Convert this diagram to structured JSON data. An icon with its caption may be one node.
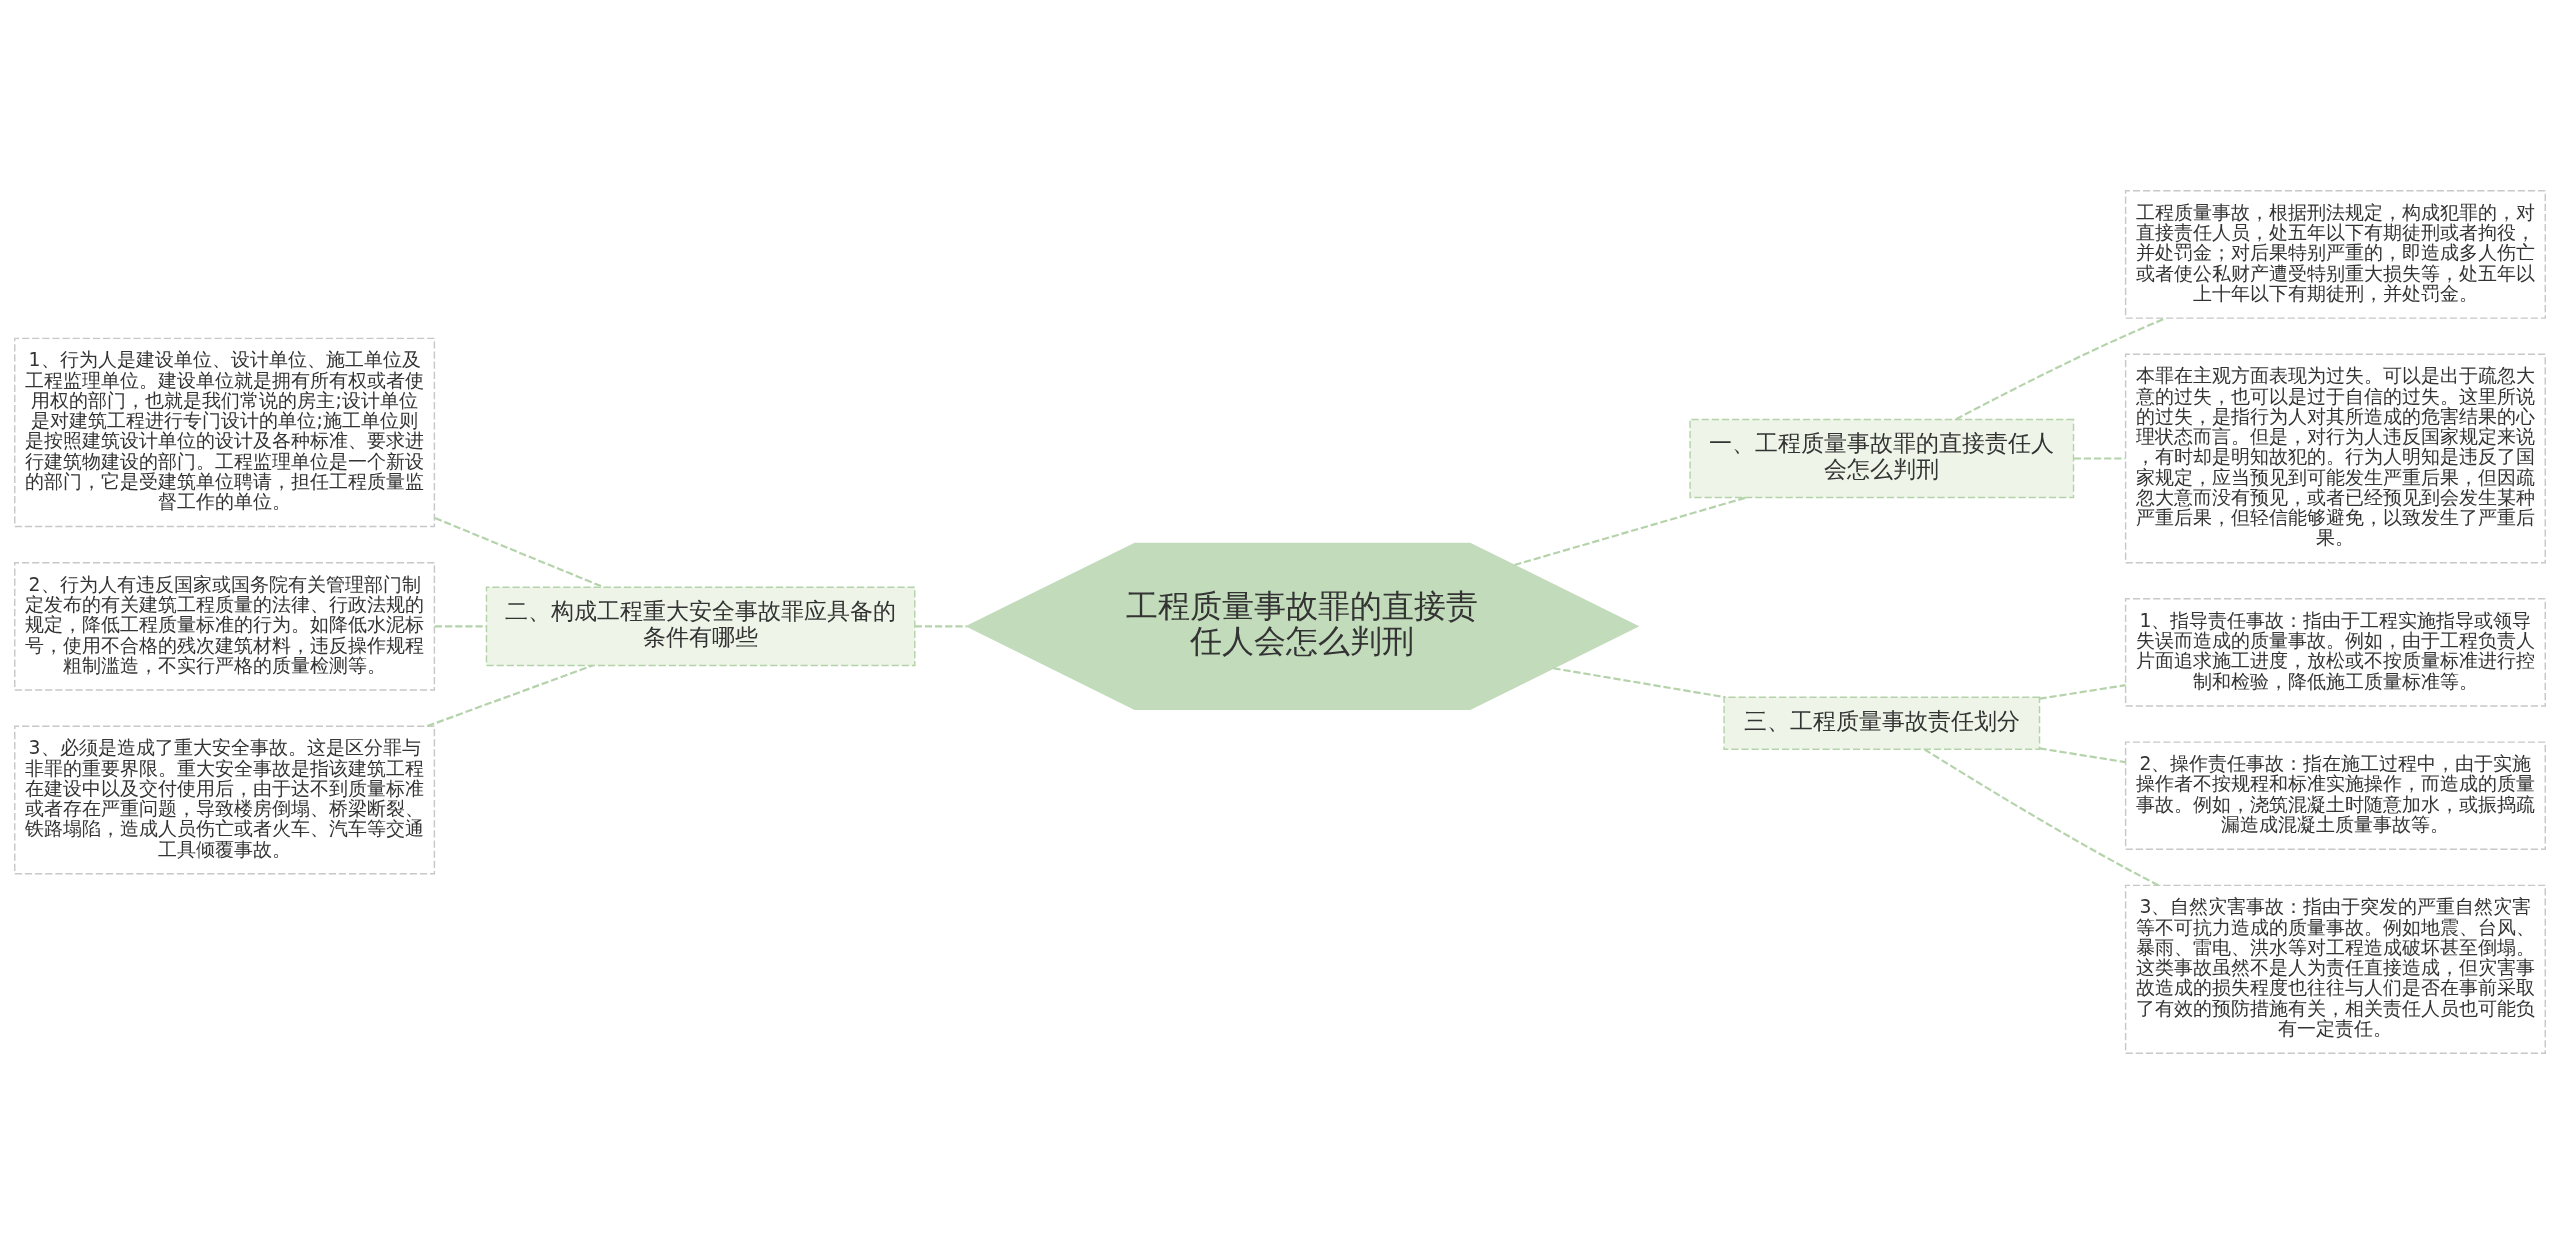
{
  "diagram": {
    "nodes": [
      {
        "text": [
          "工程质量事故罪的直接责任人会怎么判刑"
        ]
      },
      {
        "text": [
          "一、工程质量事故罪的直接责任人会怎么判刑"
        ]
      },
      {
        "text": [
          "工程质量事故，根据刑法规定，构成犯罪的，对直接责任人员，处五年以下有期徒刑或者拘役，并处罚金；对后果特别严重的，即造成多人伤亡或者使公私财产遭受特别重大损失等，处五年以上十年以下有期徒刑，并处罚金。"
        ]
      },
      {
        "text": [
          "本罪在主观方面表现为过失。可以是出于疏忽大意的过失，也可以是过于自信的过失。这里所说的过失，是指行为人对其所造成的危害结果的心理状态而言。但是，对行为人违反国家规定来说，有时却是明知故犯的。行为人明知是违反了国家规定，应当预见到可能发生严重后果，但因疏忽大意而没有预见，或者已经预见到会发生某种严重后果，但轻信能够避免，以致发生了严重后果。"
        ]
      },
      {
        "text": [
          "二、构成工程重大安全事故罪应具备的条件有哪些"
        ]
      },
      {
        "text": [
          "1、行为人是建设单位、设计单位、施工单位及工程监理单位。建设单位就是拥有所有权或者使用权的部门，也就是我们常说的房主;设计单位是对建筑工程进行专门设计的单位;施工单位则是按照建筑设计单位的设计及各种标准、要求进行建筑物建设的部门。工程监理单位是一个新设的部门，它是受建筑单位聘请，担任工程质量监督工作的单位。"
        ]
      },
      {
        "text": [
          "2、行为人有违反国家或国务院有关管理部门制定发布的有关建筑工程质量的法律、行政法规的规定，降低工程质量标准的行为。如降低水泥标号，使用不合格的残次建筑材料，违反操作规程粗制滥造，不实行严格的质量检测等。"
        ]
      },
      {
        "text": [
          "3、必须是造成了重大安全事故。这是区分罪与非罪的重要界限。重大安全事故是指该建筑工程在建设中以及交付使用后，由于达不到质量标准或者存在严重问题，导致楼房倒塌、桥梁断裂、铁路塌陷，造成人员伤亡或者火车、汽车等交通工具倾覆事故。"
        ]
      },
      {
        "text": [
          "三、工程质量事故责任划分"
        ]
      },
      {
        "text": [
          "1、指导责任事故：指由于工程实施指导或领导失误而造成的质量事故。例如，由于工程负责人片面追求施工进度，放松或不按质量标准进行控制和检验，降低施工质量标准等。"
        ]
      },
      {
        "text": [
          "2、操作责任事故：指在施工过程中，由于实施操作者不按规程和标准实施操作，而造成的质量事故。例如，浇筑混凝土时随意加水，或振捣疏漏造成混凝土质量事故等。"
        ]
      },
      {
        "text": [
          "3、自然灾害事故：指由于突发的严重自然灾害等不可抗力造成的质量事故。例如地震、台风、暴雨、雷电、洪水等对工程造成破坏甚至倒塌。这类事故虽然不是人为责任直接造成，但灾害事故造成的损失程度也往往与人们是否在事前采取了有效的预防措施有关，相关责任人员也可能负有一定责任。"
        ]
      }
    ],
    "edges": [
      {
        "from": 0,
        "to": 1,
        "arrow": "none"
      },
      {
        "from": 1,
        "to": 2,
        "arrow": "none"
      },
      {
        "from": 1,
        "to": 3,
        "arrow": "none"
      },
      {
        "from": 0,
        "to": 4,
        "arrow": "none"
      },
      {
        "from": 4,
        "to": 5,
        "arrow": "none"
      },
      {
        "from": 4,
        "to": 6,
        "arrow": "none"
      },
      {
        "from": 4,
        "to": 7,
        "arrow": "none"
      },
      {
        "from": 0,
        "to": 8,
        "arrow": "none"
      },
      {
        "from": 8,
        "to": 9,
        "arrow": "none"
      },
      {
        "from": 8,
        "to": 10,
        "arrow": "none"
      },
      {
        "from": 8,
        "to": 11,
        "arrow": "none"
      }
    ]
  }
}
